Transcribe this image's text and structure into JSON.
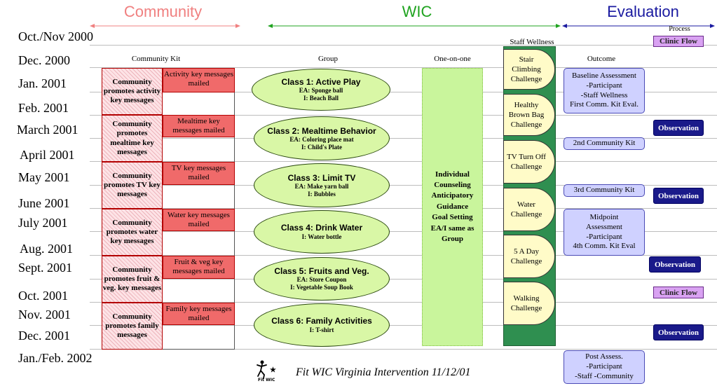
{
  "headers": {
    "community": "Community",
    "wic": "WIC",
    "evaluation": "Evaluation"
  },
  "columns": {
    "community_kit": "Community Kit",
    "group": "Group",
    "one_on_one": "One-on-one",
    "staff_wellness": "Staff Wellness",
    "outcome": "Outcome",
    "process": "Process"
  },
  "dates": [
    "Oct./Nov 2000",
    "Dec. 2000",
    "Jan. 2001",
    "Feb. 2001",
    "March 2001",
    "April 2001",
    "May 2001",
    "June 2001",
    "July 2001",
    "Aug. 2001",
    "Sept. 2001",
    "Oct. 2001",
    "Nov. 2001",
    "Dec. 2001",
    "Jan./Feb. 2002"
  ],
  "community_kit": [
    {
      "label": "Community promotes activity key messages",
      "mailed": "Activity key messages mailed"
    },
    {
      "label": "Community promotes mealtime key messages",
      "mailed": "Mealtime  key messages mailed"
    },
    {
      "label": "Community promotes TV key messages",
      "mailed": "TV  key messages mailed"
    },
    {
      "label": "Community promotes water  key messages",
      "mailed": "Water  key messages mailed"
    },
    {
      "label": "Community promotes fruit & veg. key messages",
      "mailed": "Fruit & veg  key messages mailed"
    },
    {
      "label": "Community promotes family messages",
      "mailed": "Family  key messages mailed"
    }
  ],
  "classes": [
    {
      "title": "Class 1:  Active Play",
      "ea": "EA: Sponge ball",
      "i": "I: Beach Ball"
    },
    {
      "title": "Class 2: Mealtime Behavior",
      "ea": "EA: Coloring place mat",
      "i": "I:  Child's Plate"
    },
    {
      "title": "Class 3: Limit TV",
      "ea": "EA: Make  yarn ball",
      "i": "I: Bubbles"
    },
    {
      "title": "Class 4:  Drink Water",
      "ea": "",
      "i": "I: Water bottle"
    },
    {
      "title": "Class 5:  Fruits and Veg.",
      "ea": "EA:  Store Coupon",
      "i": "I:  Vegetable Soup Book"
    },
    {
      "title": "Class 6: Family Activities",
      "ea": "",
      "i": "I: T-shirt"
    }
  ],
  "one_on_one_text": [
    "Individual",
    "Counseling",
    "Anticipatory",
    "Guidance",
    "Goal Setting",
    "EA/I same as",
    "Group"
  ],
  "wellness": [
    [
      "Stair",
      "Climbing",
      "Challenge"
    ],
    [
      "Healthy",
      "Brown Bag",
      "Challenge"
    ],
    [
      "TV Turn Off",
      "Challenge"
    ],
    [
      "Water",
      "Challenge"
    ],
    [
      "5 A Day",
      "Challenge"
    ],
    [
      "Walking",
      "Challenge"
    ]
  ],
  "outcome": [
    [
      "Baseline Assessment",
      "-Participant",
      "-Staff Wellness",
      "First Comm. Kit Eval."
    ],
    [
      "2nd Community Kit"
    ],
    [
      "3rd Community Kit"
    ],
    [
      "Midpoint",
      "Assessment",
      "-Participant",
      "4th Comm. Kit Eval"
    ],
    [
      "Post Assess.",
      "-Participant",
      "-Staff    -Community"
    ]
  ],
  "process": {
    "clinic_flow": "Clinic Flow",
    "observation": "Observation"
  },
  "footer": {
    "caption": "Fit WIC Virginia Intervention 11/12/01",
    "logo_text": "Fit WIC"
  },
  "colors": {
    "community_header": "#f08080",
    "wic_header": "#1fa31f",
    "evaluation_header": "#1a1aa0",
    "kit_box": "#fde3e6",
    "mailed_box": "#f06a6a",
    "class_ellipse": "#d9f7a6",
    "one_on_one": "#c9f59c",
    "wellness_bar": "#2f8f50",
    "wellness_tab": "#fffbc8",
    "outcome_box": "#cfd1ff",
    "observation_box": "#1a1a8a",
    "clinic_flow_box": "#d9a2f2"
  }
}
